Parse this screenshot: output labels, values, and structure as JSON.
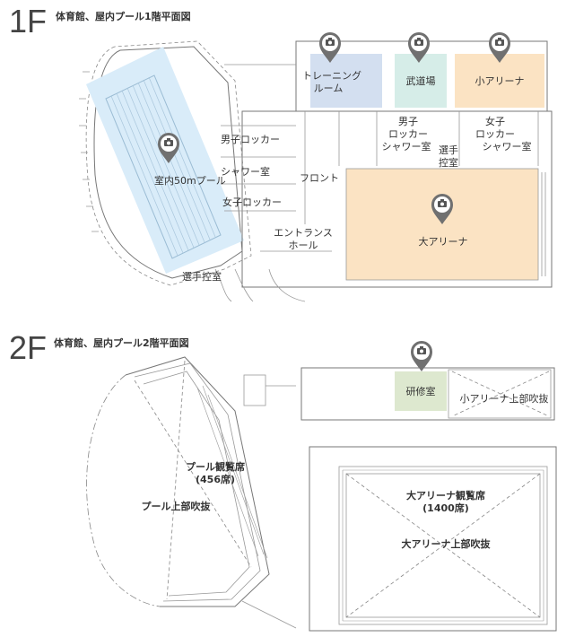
{
  "floor1": {
    "number": "1F",
    "title": "体育館、屋内プール1階平面図",
    "rooms": {
      "training": [
        "トレーニング",
        "ルーム"
      ],
      "budo": "武道場",
      "small_arena": "小アリーナ",
      "mens_locker_a": "男子ロッカー",
      "shower_a": "シャワー室",
      "womens_locker_a": "女子ロッカー",
      "pool": "室内50mプール",
      "front": "フロント",
      "entrance": [
        "エントランス",
        "ホール"
      ],
      "big_arena": "大アリーナ",
      "mens_b": [
        "男子",
        "ロッカー",
        "シャワー室"
      ],
      "senshu_b": [
        "選手",
        "控室"
      ],
      "womens_b": [
        "女子",
        "ロッカー",
        "シャワー室"
      ],
      "senshu_pool": "選手控室"
    }
  },
  "floor2": {
    "number": "2F",
    "title": "体育館、屋内プール2階平面図",
    "rooms": {
      "kenshu": "研修室",
      "small_arena_void": "小アリーナ上部吹抜",
      "pool_seats": [
        "プール観覧席",
        "(456席)"
      ],
      "pool_void": "プール上部吹抜",
      "arena_seats": [
        "大アリーナ観覧席",
        "(1400席)"
      ],
      "arena_void": "大アリーナ上部吹抜"
    }
  },
  "colors": {
    "pool": "#d9ecf9",
    "training": "#d3dff0",
    "budo": "#d6ede8",
    "small_arena": "#fbe3c3",
    "big_arena": "#fbe3c3",
    "kenshu": "#dde8cf",
    "pin": "#707070"
  },
  "icons": [
    "camera-pin-icon"
  ]
}
